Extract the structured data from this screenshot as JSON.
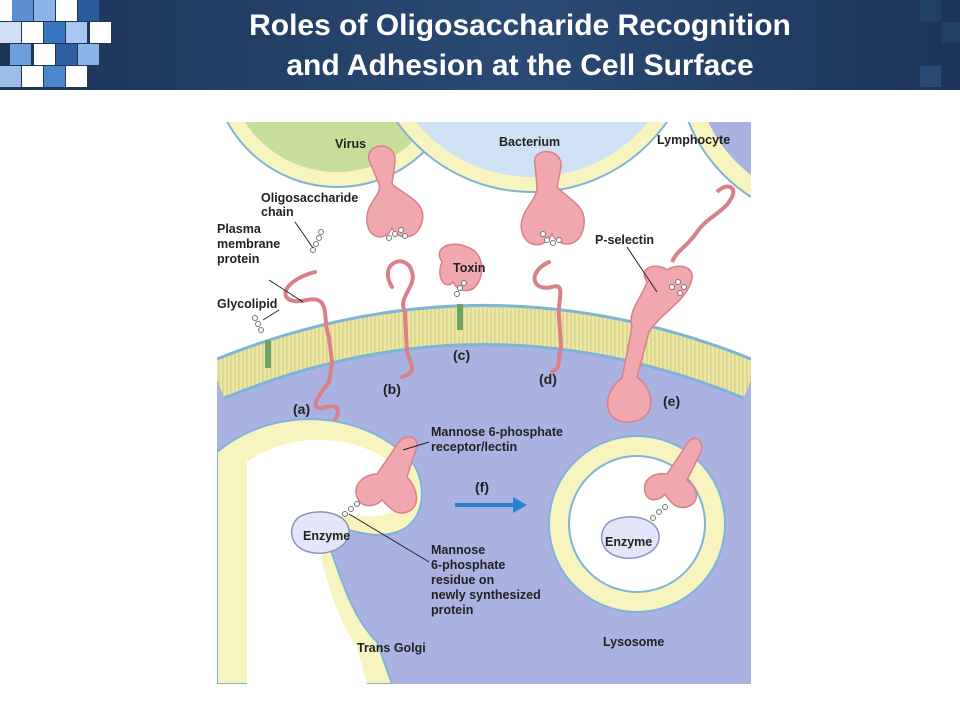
{
  "slide": {
    "title_line1": "Roles of Oligosaccharide Recognition",
    "title_line2": "and Adhesion at the Cell Surface"
  },
  "labels": {
    "virus": "Virus",
    "bacterium": "Bacterium",
    "lymphocyte": "Lymphocyte",
    "oligo_1": "Oligosaccharide",
    "oligo_2": "chain",
    "plasma_1": "Plasma",
    "plasma_2": "membrane",
    "plasma_3": "protein",
    "glycolipid": "Glycolipid",
    "toxin": "Toxin",
    "pselectin": "P-selectin",
    "m6p_receptor_1": "Mannose 6-phosphate",
    "m6p_receptor_2": "receptor/lectin",
    "enzyme_left": "Enzyme",
    "enzyme_right": "Enzyme",
    "m6p_residue_1": "Mannose",
    "m6p_residue_2": "6-phosphate",
    "m6p_residue_3": "residue on",
    "m6p_residue_4": "newly synthesized",
    "m6p_residue_5": "protein",
    "trans_golgi": "Trans Golgi",
    "lysosome": "Lysosome"
  },
  "panels": {
    "a": "(a)",
    "b": "(b)",
    "c": "(c)",
    "d": "(d)",
    "e": "(e)",
    "f": "(f)"
  },
  "colors": {
    "header_bg": "#1c3457",
    "cytoplasm": "#aab2e2",
    "membrane": "#e8e39a",
    "protein": "#f0a7ae",
    "arrow": "#2a7fd0"
  }
}
